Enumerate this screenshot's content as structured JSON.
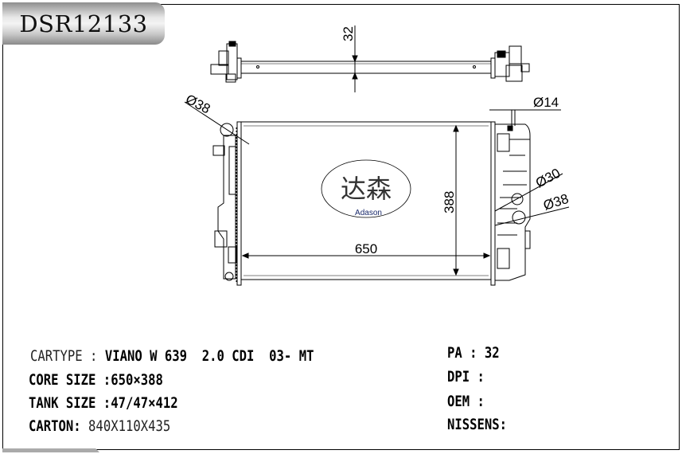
{
  "part_number": "DSR12133",
  "drawing": {
    "dimensions": {
      "thickness": "32",
      "core_width": "650",
      "core_height": "388",
      "inlet_diameter": "Ø38",
      "filler_diameter": "Ø14",
      "outlet_diameter_small": "Ø30",
      "outlet_diameter_large": "Ø38"
    },
    "logo": {
      "chinese": "达森",
      "english": "Adason"
    }
  },
  "specs": {
    "cartype_label": "CARTYPE :",
    "cartype_value": "VIANO W 639  2.0 CDI  03- MT",
    "core_label": "CORE SIZE :",
    "core_value": "650×388",
    "tank_label": "TANK SIZE :",
    "tank_value": "47/47×412",
    "carton_label": "CARTON:",
    "carton_value": "840X110X435",
    "pa_label": "PA :",
    "pa_value": "32",
    "dpi_label": "DPI :",
    "oem_label": "OEM :",
    "nissens_label": "NISSENS:"
  }
}
